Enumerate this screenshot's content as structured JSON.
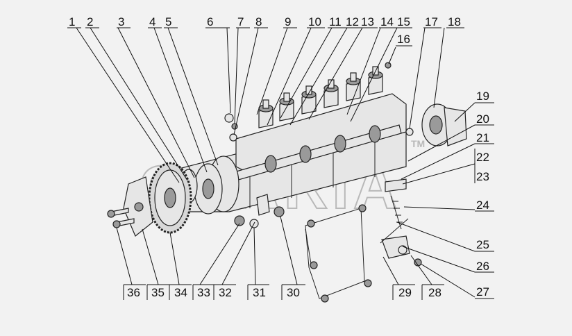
{
  "watermark": {
    "text": "GEARIA",
    "tm": "TM"
  },
  "callouts": [
    {
      "n": "1"
    },
    {
      "n": "2"
    },
    {
      "n": "3"
    },
    {
      "n": "4"
    },
    {
      "n": "5"
    },
    {
      "n": "6"
    },
    {
      "n": "7"
    },
    {
      "n": "8"
    },
    {
      "n": "9"
    },
    {
      "n": "10"
    },
    {
      "n": "11"
    },
    {
      "n": "12"
    },
    {
      "n": "13"
    },
    {
      "n": "14"
    },
    {
      "n": "15"
    },
    {
      "n": "16"
    },
    {
      "n": "17"
    },
    {
      "n": "18"
    },
    {
      "n": "19"
    },
    {
      "n": "20"
    },
    {
      "n": "21"
    },
    {
      "n": "22"
    },
    {
      "n": "23"
    },
    {
      "n": "24"
    },
    {
      "n": "25"
    },
    {
      "n": "26"
    },
    {
      "n": "27"
    },
    {
      "n": "28"
    },
    {
      "n": "29"
    },
    {
      "n": "30"
    },
    {
      "n": "31"
    },
    {
      "n": "32"
    },
    {
      "n": "33"
    },
    {
      "n": "34"
    },
    {
      "n": "35"
    },
    {
      "n": "36"
    }
  ]
}
